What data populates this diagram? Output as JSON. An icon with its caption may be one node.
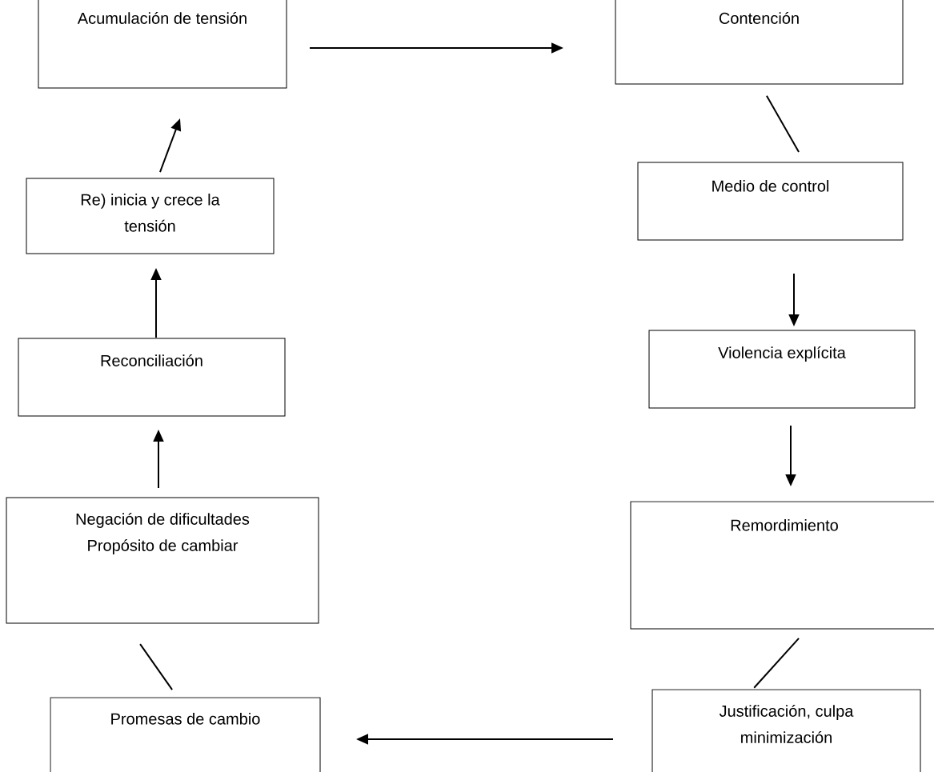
{
  "diagram": {
    "nodes": [
      {
        "text": [
          "Acumulación de tensión"
        ]
      },
      {
        "text": [
          "Contención"
        ]
      },
      {
        "text": [
          "Medio de control"
        ]
      },
      {
        "text": [
          "Violencia explícita"
        ]
      },
      {
        "text": [
          "Remordimiento"
        ]
      },
      {
        "text": [
          "Justificación, culpa minimización"
        ]
      },
      {
        "text": [
          "Promesas de cambio"
        ]
      },
      {
        "text": [
          "Negación de dificultades",
          "Propósito de cambiar"
        ]
      },
      {
        "text": [
          "Reconciliación"
        ]
      },
      {
        "text": [
          "Re) inicia y crece la tensión"
        ]
      }
    ],
    "edges": [
      {
        "from": 0,
        "to": 1,
        "arrow": "to"
      },
      {
        "from": 1,
        "to": 2,
        "arrow": "none"
      },
      {
        "from": 2,
        "to": 3,
        "arrow": "to"
      },
      {
        "from": 3,
        "to": 4,
        "arrow": "to"
      },
      {
        "from": 4,
        "to": 5,
        "arrow": "none"
      },
      {
        "from": 5,
        "to": 6,
        "arrow": "to"
      },
      {
        "from": 6,
        "to": 7,
        "arrow": "none"
      },
      {
        "from": 7,
        "to": 8,
        "arrow": "to"
      },
      {
        "from": 8,
        "to": 9,
        "arrow": "to"
      },
      {
        "from": 9,
        "to": 0,
        "arrow": "to"
      }
    ]
  }
}
